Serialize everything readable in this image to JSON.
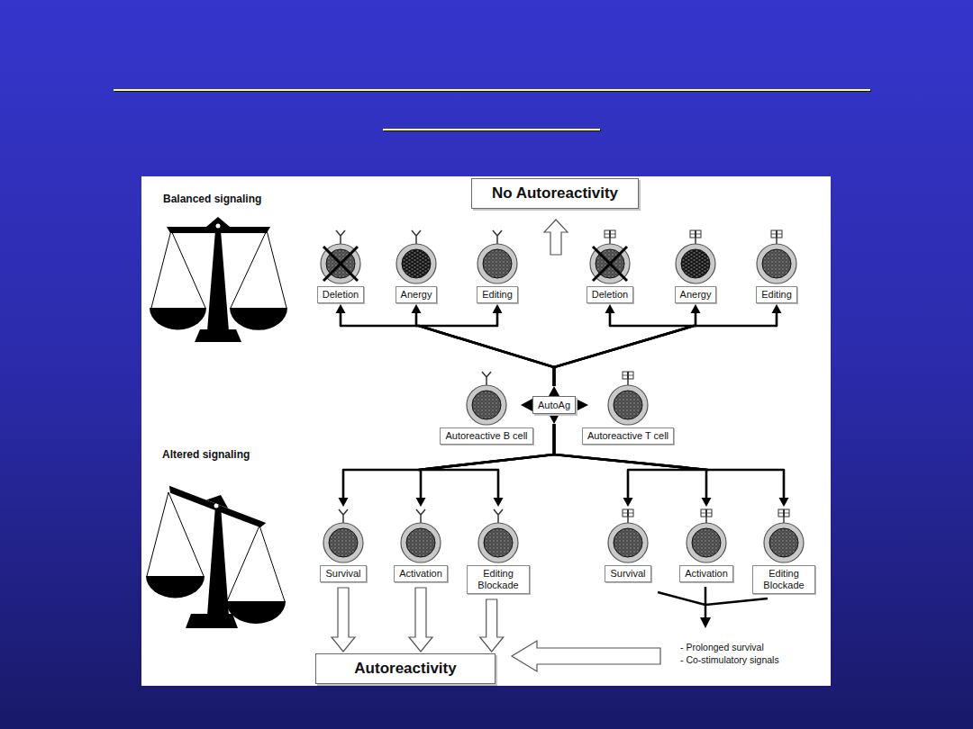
{
  "diagram": {
    "nodes": [
      {
        "text": [
          "No Autoreactivity"
        ]
      },
      {
        "text": [
          "Deletion"
        ]
      },
      {
        "text": [
          "Anergy"
        ]
      },
      {
        "text": [
          "Editing"
        ]
      },
      {
        "text": [
          "Deletion"
        ]
      },
      {
        "text": [
          "Anergy"
        ]
      },
      {
        "text": [
          "Editing"
        ]
      },
      {
        "text": [
          "Autoreactive B cell"
        ]
      },
      {
        "text": [
          "AutoAg"
        ]
      },
      {
        "text": [
          "Autoreactive T cell"
        ]
      },
      {
        "text": [
          "Survival"
        ]
      },
      {
        "text": [
          "Activation"
        ]
      },
      {
        "text": [
          "Editing Blockade"
        ]
      },
      {
        "text": [
          "Survival"
        ]
      },
      {
        "text": [
          "Activation"
        ]
      },
      {
        "text": [
          "Editing Blockade"
        ]
      },
      {
        "text": [
          "Autoreactivity"
        ]
      }
    ],
    "edges": [
      {
        "from": 8,
        "to": 1,
        "arrow": "to"
      },
      {
        "from": 8,
        "to": 2,
        "arrow": "to"
      },
      {
        "from": 8,
        "to": 3,
        "arrow": "to"
      },
      {
        "from": 8,
        "to": 4,
        "arrow": "to"
      },
      {
        "from": 8,
        "to": 5,
        "arrow": "to"
      },
      {
        "from": 8,
        "to": 6,
        "arrow": "to"
      },
      {
        "from": 8,
        "to": 10,
        "arrow": "to"
      },
      {
        "from": 8,
        "to": 11,
        "arrow": "to"
      },
      {
        "from": 8,
        "to": 12,
        "arrow": "to"
      },
      {
        "from": 8,
        "to": 13,
        "arrow": "to"
      },
      {
        "from": 8,
        "to": 14,
        "arrow": "to"
      },
      {
        "from": 8,
        "to": 15,
        "arrow": "to"
      },
      {
        "from": 10,
        "to": 16,
        "arrow": "to"
      },
      {
        "from": 11,
        "to": 16,
        "arrow": "to"
      },
      {
        "from": 12,
        "to": 16,
        "arrow": "to"
      }
    ],
    "labels": [
      "Balanced signaling",
      "Altered signaling",
      "- Prolonged survival",
      "- Co-stimulatory signals"
    ]
  }
}
